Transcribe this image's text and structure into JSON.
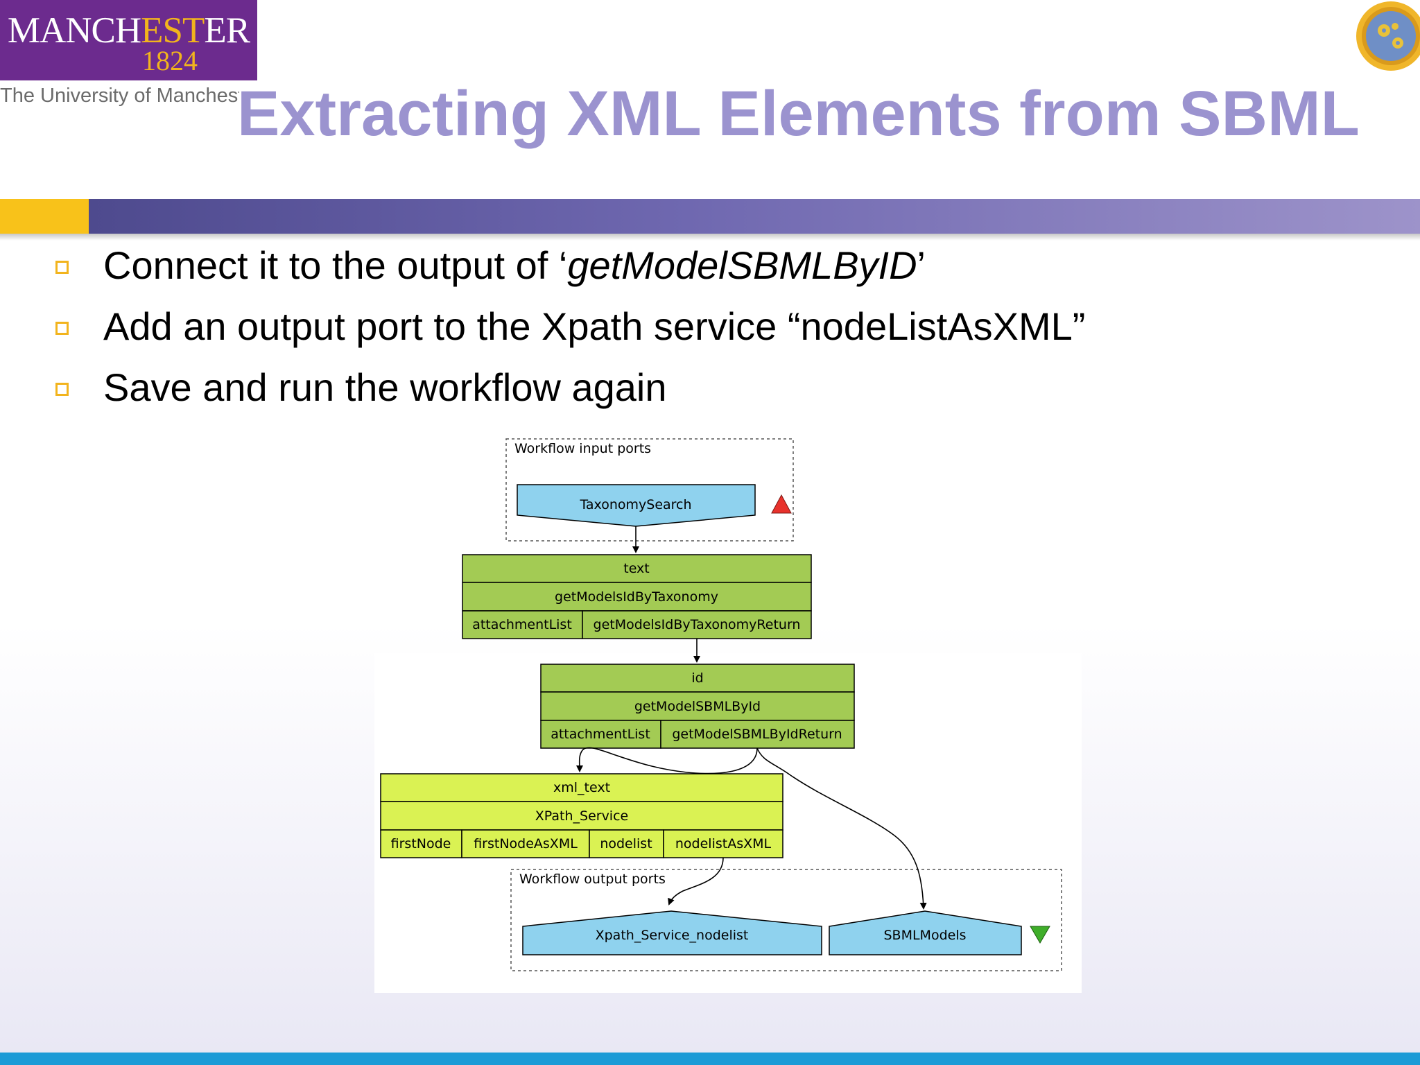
{
  "header": {
    "logo_name_part1": "MANCH",
    "logo_name_part2": "EST",
    "logo_name_part3": "ER",
    "logo_year": "1824",
    "university_line": "The University of Manchester",
    "title": "Extracting XML Elements from SBML"
  },
  "bullets": [
    {
      "prefix": "Connect it to the output of ‘",
      "italic": "getModelSBMLByID",
      "suffix": "’"
    },
    {
      "text": "Add an output port to the Xpath service “nodeListAsXML”"
    },
    {
      "text": "Save and run the workflow again"
    }
  ],
  "diagram": {
    "input_ports_label": "Workflow input ports",
    "input_port": "TaxonomySearch",
    "service1": {
      "input": "text",
      "name": "getModelsIdByTaxonomy",
      "outputs": [
        "attachmentList",
        "getModelsIdByTaxonomyReturn"
      ]
    },
    "service2": {
      "input": "id",
      "name": "getModelSBMLById",
      "outputs": [
        "attachmentList",
        "getModelSBMLByIdReturn"
      ]
    },
    "service3": {
      "input": "xml_text",
      "name": "XPath_Service",
      "outputs": [
        "firstNode",
        "firstNodeAsXML",
        "nodelist",
        "nodelistAsXML"
      ]
    },
    "output_ports_label": "Workflow output ports",
    "output_ports": [
      "Xpath_Service_nodelist",
      "SBMLModels"
    ],
    "colors": {
      "input_port": "#8fd2ee",
      "service_green": "#a3cb54",
      "service_yellow": "#daf253",
      "warn_red": "#e8322c",
      "ok_green": "#3fae2a"
    }
  }
}
